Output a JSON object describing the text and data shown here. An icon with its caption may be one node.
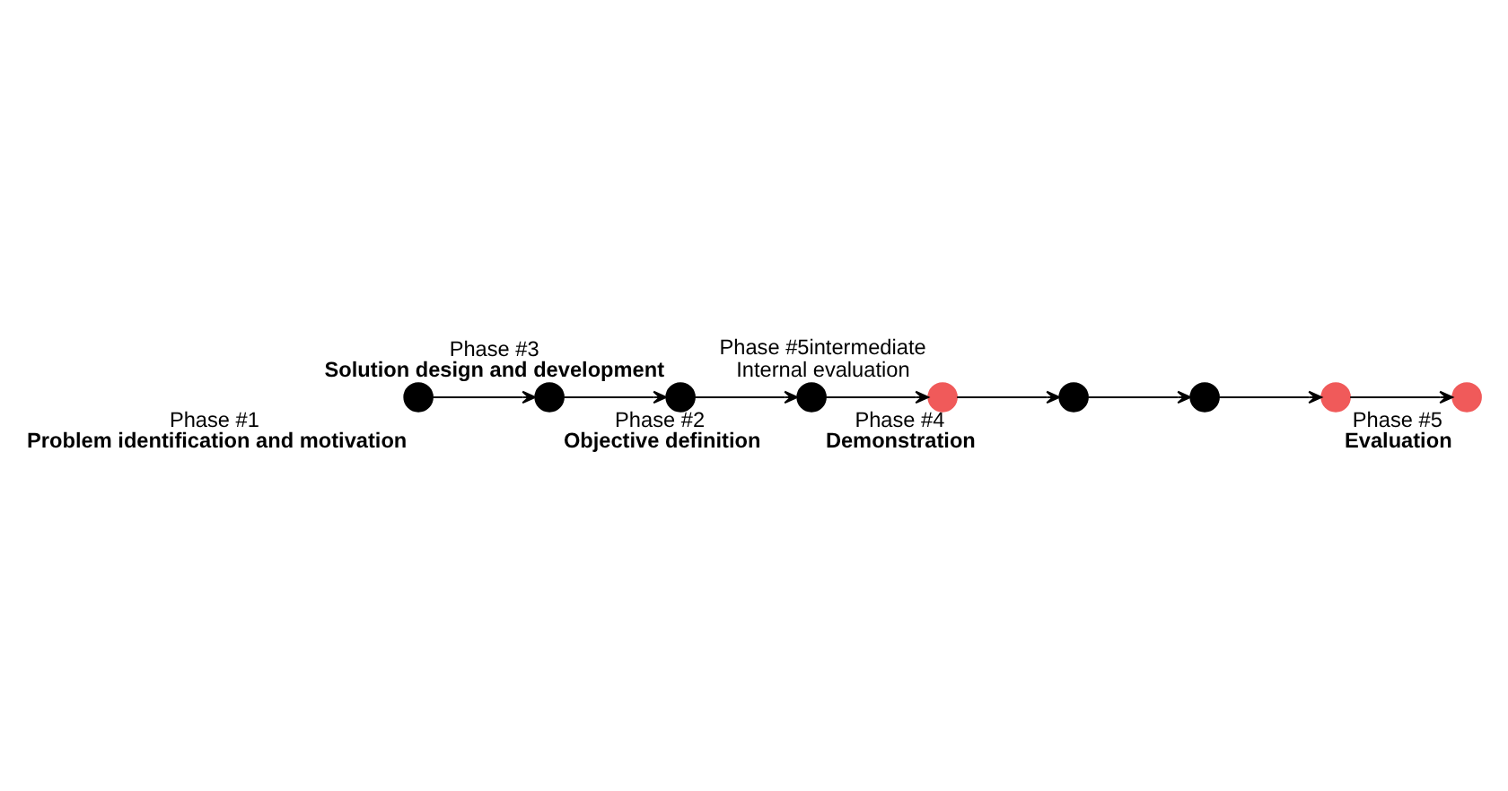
{
  "diagram": {
    "nodes": [
      {
        "text": [],
        "shape": "circle",
        "beside": [
          "Phase #1",
          "Problem identification and motivation"
        ]
      },
      {
        "text": [],
        "shape": "circle",
        "beside": [
          "Phase #2",
          "Objective definition"
        ]
      },
      {
        "text": [],
        "shape": "circle",
        "beside": [
          "Phase #3",
          "Solution design and development"
        ]
      },
      {
        "text": [],
        "shape": "circle"
      },
      {
        "text": [],
        "shape": "circle"
      },
      {
        "text": [],
        "shape": "circle",
        "beside": [
          "Phase #4",
          "Demonstration"
        ]
      },
      {
        "text": [],
        "shape": "circle",
        "beside": [
          "Phase #5intermediate",
          "Internal evaluation"
        ]
      },
      {
        "text": [],
        "shape": "circle"
      },
      {
        "text": [],
        "shape": "circle",
        "beside": [
          "Phase #5",
          "Evaluation"
        ]
      }
    ],
    "edges": [
      {
        "from": 0,
        "to": 1,
        "arrow": "to"
      },
      {
        "from": 1,
        "to": 2,
        "arrow": "to"
      },
      {
        "from": 2,
        "to": 5,
        "arrow": "to"
      },
      {
        "from": 5,
        "to": 6,
        "arrow": "to"
      },
      {
        "from": 6,
        "to": 3,
        "arrow": "to"
      },
      {
        "from": 3,
        "to": 4,
        "arrow": "to"
      },
      {
        "from": 4,
        "to": 7,
        "arrow": "to"
      },
      {
        "from": 7,
        "to": 8,
        "arrow": "to"
      }
    ]
  }
}
